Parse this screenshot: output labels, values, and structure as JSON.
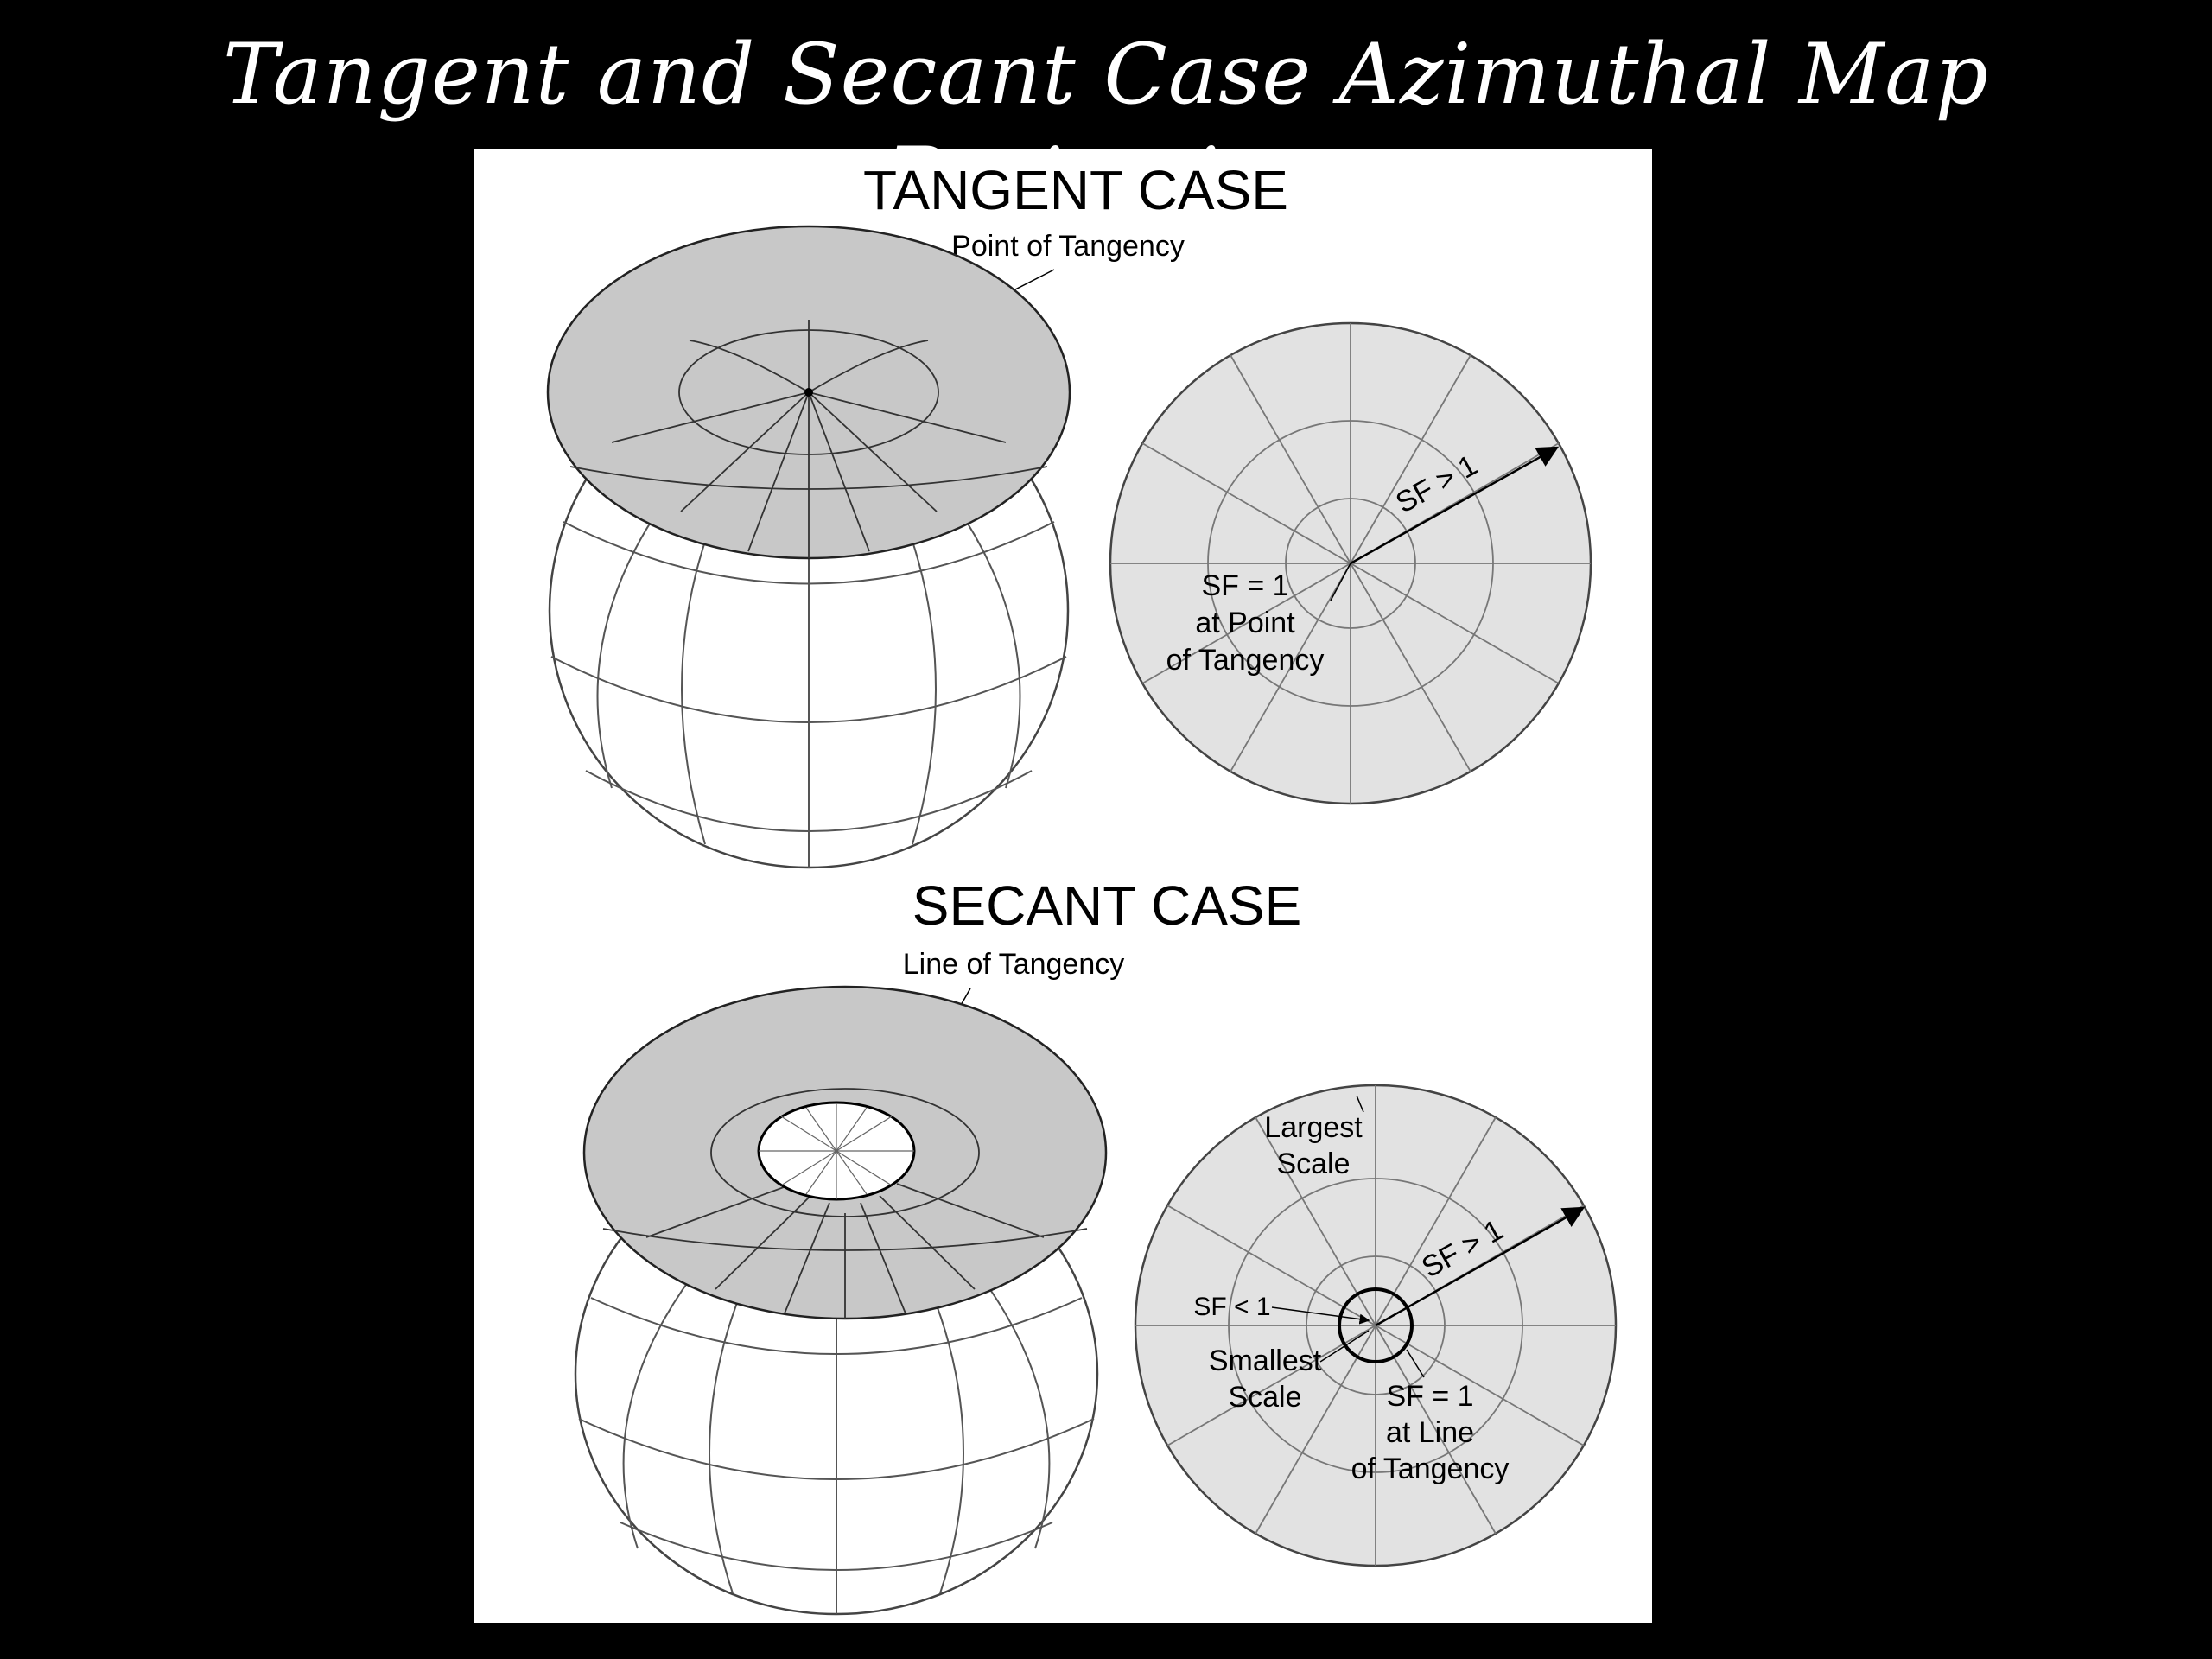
{
  "slide": {
    "title": "Tangent and Secant Case Azimuthal Map Projection"
  },
  "colors": {
    "background": "#000000",
    "title_text": "#ffffff",
    "figure_background": "#ffffff",
    "projection_plane": "#c8c8c8",
    "map_disc": "#e2e2e2",
    "line": "#000000"
  },
  "tangent_case": {
    "heading": "TANGENT CASE",
    "callout_point": "Point of Tangency",
    "sf_greater": "SF > 1",
    "sf_equal": [
      "SF = 1",
      "at Point",
      "of Tangency"
    ]
  },
  "secant_case": {
    "heading": "SECANT CASE",
    "callout_line": "Line of Tangency",
    "largest_scale": [
      "Largest",
      "Scale"
    ],
    "sf_greater": "SF > 1",
    "sf_less": "SF < 1",
    "smallest_scale": [
      "Smallest",
      "Scale"
    ],
    "sf_equal": [
      "SF = 1",
      "at Line",
      "of Tangency"
    ]
  }
}
